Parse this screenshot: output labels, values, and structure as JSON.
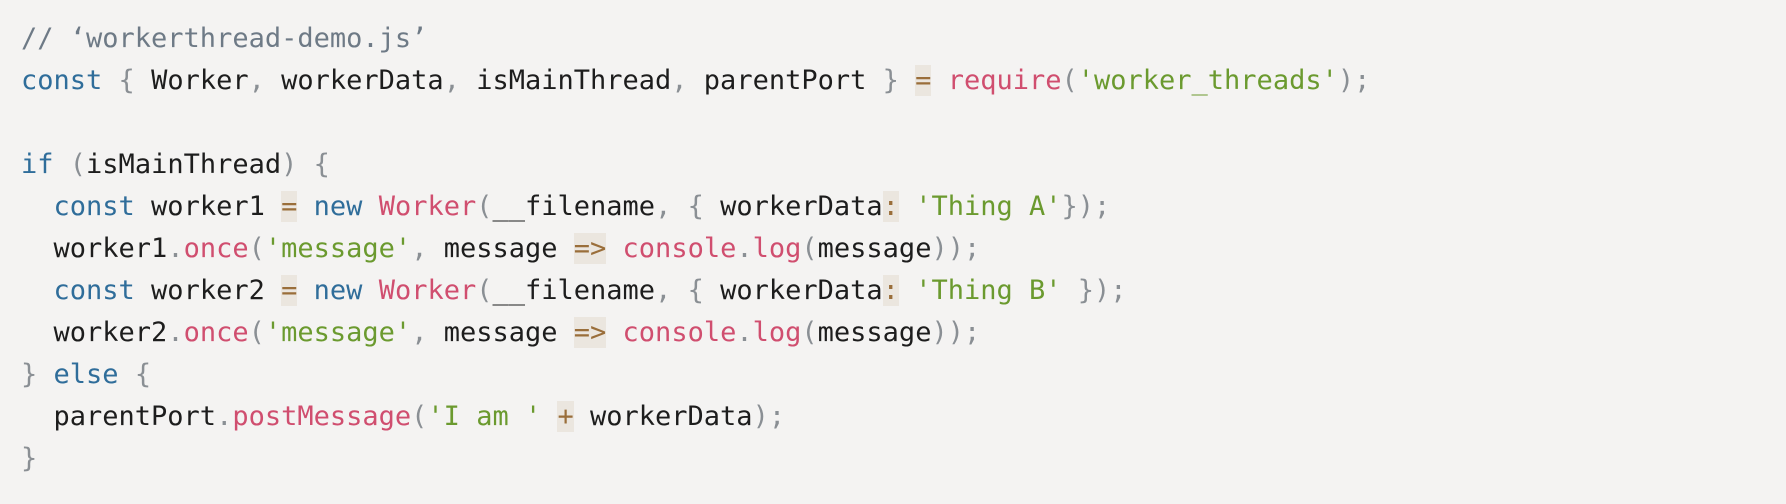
{
  "editor": {
    "lines": [
      [
        {
          "text": "// ‘workerthread-demo.js’",
          "type": "comment"
        }
      ],
      [
        {
          "text": "const",
          "type": "keyword"
        },
        {
          "text": " ",
          "type": "plain"
        },
        {
          "text": "{",
          "type": "punct"
        },
        {
          "text": " Worker",
          "type": "plain"
        },
        {
          "text": ",",
          "type": "punct"
        },
        {
          "text": " workerData",
          "type": "plain"
        },
        {
          "text": ",",
          "type": "punct"
        },
        {
          "text": " isMainThread",
          "type": "plain"
        },
        {
          "text": ",",
          "type": "punct"
        },
        {
          "text": " parentPort ",
          "type": "plain"
        },
        {
          "text": "}",
          "type": "punct"
        },
        {
          "text": " ",
          "type": "plain"
        },
        {
          "text": "=",
          "type": "op"
        },
        {
          "text": " ",
          "type": "plain"
        },
        {
          "text": "require",
          "type": "func"
        },
        {
          "text": "(",
          "type": "punct"
        },
        {
          "text": "'worker_threads'",
          "type": "string"
        },
        {
          "text": ");",
          "type": "punct"
        }
      ],
      [],
      [
        {
          "text": "if",
          "type": "keyword"
        },
        {
          "text": " ",
          "type": "plain"
        },
        {
          "text": "(",
          "type": "punct"
        },
        {
          "text": "isMainThread",
          "type": "plain"
        },
        {
          "text": ")",
          "type": "punct"
        },
        {
          "text": " ",
          "type": "plain"
        },
        {
          "text": "{",
          "type": "punct"
        }
      ],
      [
        {
          "text": "  ",
          "type": "plain"
        },
        {
          "text": "const",
          "type": "keyword"
        },
        {
          "text": " worker1 ",
          "type": "plain"
        },
        {
          "text": "=",
          "type": "op"
        },
        {
          "text": " ",
          "type": "plain"
        },
        {
          "text": "new",
          "type": "keyword"
        },
        {
          "text": " ",
          "type": "plain"
        },
        {
          "text": "Worker",
          "type": "func"
        },
        {
          "text": "(",
          "type": "punct"
        },
        {
          "text": "__filename",
          "type": "plain"
        },
        {
          "text": ",",
          "type": "punct"
        },
        {
          "text": " ",
          "type": "plain"
        },
        {
          "text": "{",
          "type": "punct"
        },
        {
          "text": " workerData",
          "type": "plain"
        },
        {
          "text": ":",
          "type": "op"
        },
        {
          "text": " ",
          "type": "plain"
        },
        {
          "text": "'Thing A'",
          "type": "string"
        },
        {
          "text": "});",
          "type": "punct"
        }
      ],
      [
        {
          "text": "  worker1",
          "type": "plain"
        },
        {
          "text": ".",
          "type": "punct"
        },
        {
          "text": "once",
          "type": "func"
        },
        {
          "text": "(",
          "type": "punct"
        },
        {
          "text": "'message'",
          "type": "string"
        },
        {
          "text": ",",
          "type": "punct"
        },
        {
          "text": " message ",
          "type": "plain"
        },
        {
          "text": "=>",
          "type": "op"
        },
        {
          "text": " ",
          "type": "plain"
        },
        {
          "text": "console",
          "type": "func"
        },
        {
          "text": ".",
          "type": "punct"
        },
        {
          "text": "log",
          "type": "func"
        },
        {
          "text": "(",
          "type": "punct"
        },
        {
          "text": "message",
          "type": "plain"
        },
        {
          "text": "));",
          "type": "punct"
        }
      ],
      [
        {
          "text": "  ",
          "type": "plain"
        },
        {
          "text": "const",
          "type": "keyword"
        },
        {
          "text": " worker2 ",
          "type": "plain"
        },
        {
          "text": "=",
          "type": "op"
        },
        {
          "text": " ",
          "type": "plain"
        },
        {
          "text": "new",
          "type": "keyword"
        },
        {
          "text": " ",
          "type": "plain"
        },
        {
          "text": "Worker",
          "type": "func"
        },
        {
          "text": "(",
          "type": "punct"
        },
        {
          "text": "__filename",
          "type": "plain"
        },
        {
          "text": ",",
          "type": "punct"
        },
        {
          "text": " ",
          "type": "plain"
        },
        {
          "text": "{",
          "type": "punct"
        },
        {
          "text": " workerData",
          "type": "plain"
        },
        {
          "text": ":",
          "type": "op"
        },
        {
          "text": " ",
          "type": "plain"
        },
        {
          "text": "'Thing B'",
          "type": "string"
        },
        {
          "text": " ",
          "type": "plain"
        },
        {
          "text": "});",
          "type": "punct"
        }
      ],
      [
        {
          "text": "  worker2",
          "type": "plain"
        },
        {
          "text": ".",
          "type": "punct"
        },
        {
          "text": "once",
          "type": "func"
        },
        {
          "text": "(",
          "type": "punct"
        },
        {
          "text": "'message'",
          "type": "string"
        },
        {
          "text": ",",
          "type": "punct"
        },
        {
          "text": " message ",
          "type": "plain"
        },
        {
          "text": "=>",
          "type": "op"
        },
        {
          "text": " ",
          "type": "plain"
        },
        {
          "text": "console",
          "type": "func"
        },
        {
          "text": ".",
          "type": "punct"
        },
        {
          "text": "log",
          "type": "func"
        },
        {
          "text": "(",
          "type": "punct"
        },
        {
          "text": "message",
          "type": "plain"
        },
        {
          "text": "));",
          "type": "punct"
        }
      ],
      [
        {
          "text": "}",
          "type": "punct"
        },
        {
          "text": " ",
          "type": "plain"
        },
        {
          "text": "else",
          "type": "keyword"
        },
        {
          "text": " ",
          "type": "plain"
        },
        {
          "text": "{",
          "type": "punct"
        }
      ],
      [
        {
          "text": "  parentPort",
          "type": "plain"
        },
        {
          "text": ".",
          "type": "punct"
        },
        {
          "text": "postMessage",
          "type": "func"
        },
        {
          "text": "(",
          "type": "punct"
        },
        {
          "text": "'I am '",
          "type": "string"
        },
        {
          "text": " ",
          "type": "plain"
        },
        {
          "text": "+",
          "type": "op"
        },
        {
          "text": " workerData",
          "type": "plain"
        },
        {
          "text": ");",
          "type": "punct"
        }
      ],
      [
        {
          "text": "}",
          "type": "punct"
        }
      ]
    ]
  },
  "colors": {
    "background": "#f4f3f2",
    "comment": "#6e7a86",
    "keyword": "#2f6d9a",
    "punctuation": "#8a8f94",
    "plain": "#1d1d1d",
    "function": "#d04e6f",
    "string": "#6b9a2f",
    "operator": "#9a6e3a",
    "operator_highlight": "#ebe6df"
  }
}
